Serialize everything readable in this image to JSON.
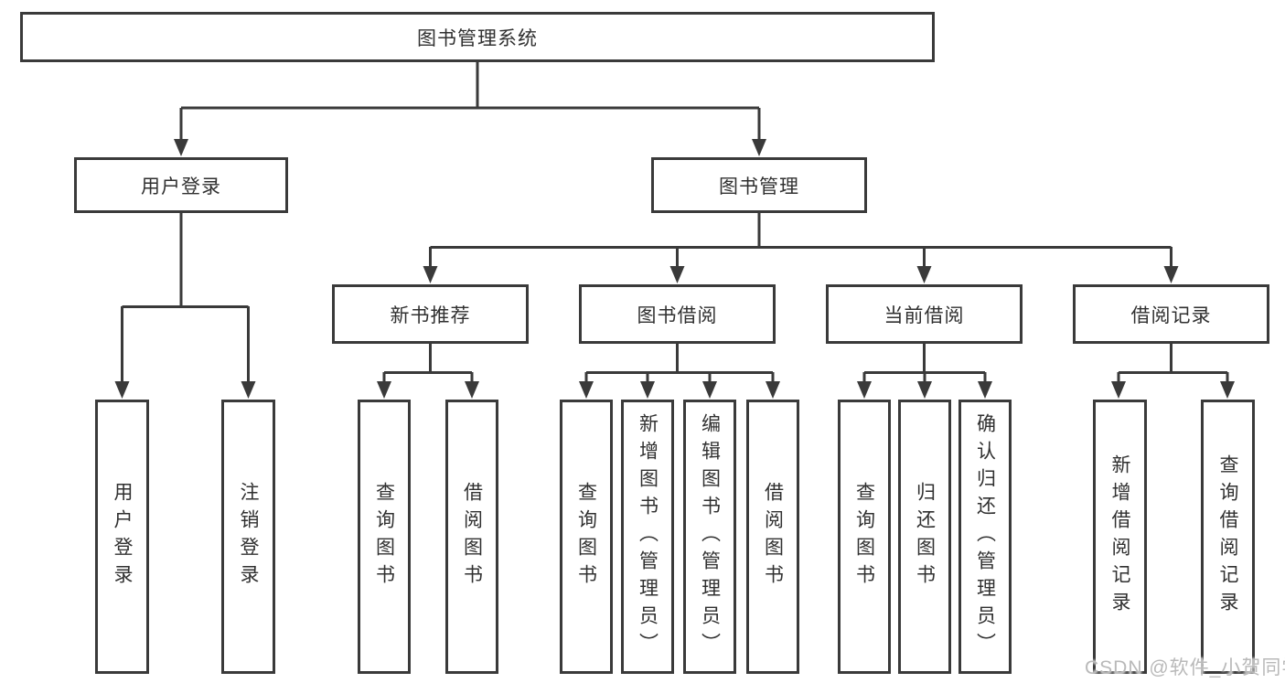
{
  "diagram": {
    "title": {
      "label": "图书管理系统"
    },
    "level2": {
      "user_login": {
        "label": "用户登录"
      },
      "book_management": {
        "label": "图书管理"
      }
    },
    "level3": {
      "new_book_recommend": {
        "label": "新书推荐"
      },
      "book_borrow": {
        "label": "图书借阅"
      },
      "current_borrow": {
        "label": "当前借阅"
      },
      "borrow_records": {
        "label": "借阅记录"
      }
    },
    "leaves": {
      "user_login": {
        "label": "用户登录"
      },
      "logout": {
        "label": "注销登录"
      },
      "nb_query_books": {
        "label": "查询图书"
      },
      "nb_borrow_books": {
        "label": "借阅图书"
      },
      "bb_query_books": {
        "label": "查询图书"
      },
      "bb_add_books": {
        "label": "新增图书（管理员）"
      },
      "bb_edit_books": {
        "label": "编辑图书（管理员）"
      },
      "bb_borrow_books": {
        "label": "借阅图书"
      },
      "cb_query_books": {
        "label": "查询图书"
      },
      "cb_return_books": {
        "label": "归还图书"
      },
      "cb_confirm_return": {
        "label": "确认归还（管理员）"
      },
      "br_add_record": {
        "label": "新增借阅记录"
      },
      "br_query_record": {
        "label": "查询借阅记录"
      }
    },
    "watermark": {
      "label": "CSDN @软件_小贺同学"
    },
    "colors": {
      "line": "#3a3a3a",
      "text": "#303030",
      "watermark": "#b9b9b9",
      "background": "#ffffff"
    }
  }
}
